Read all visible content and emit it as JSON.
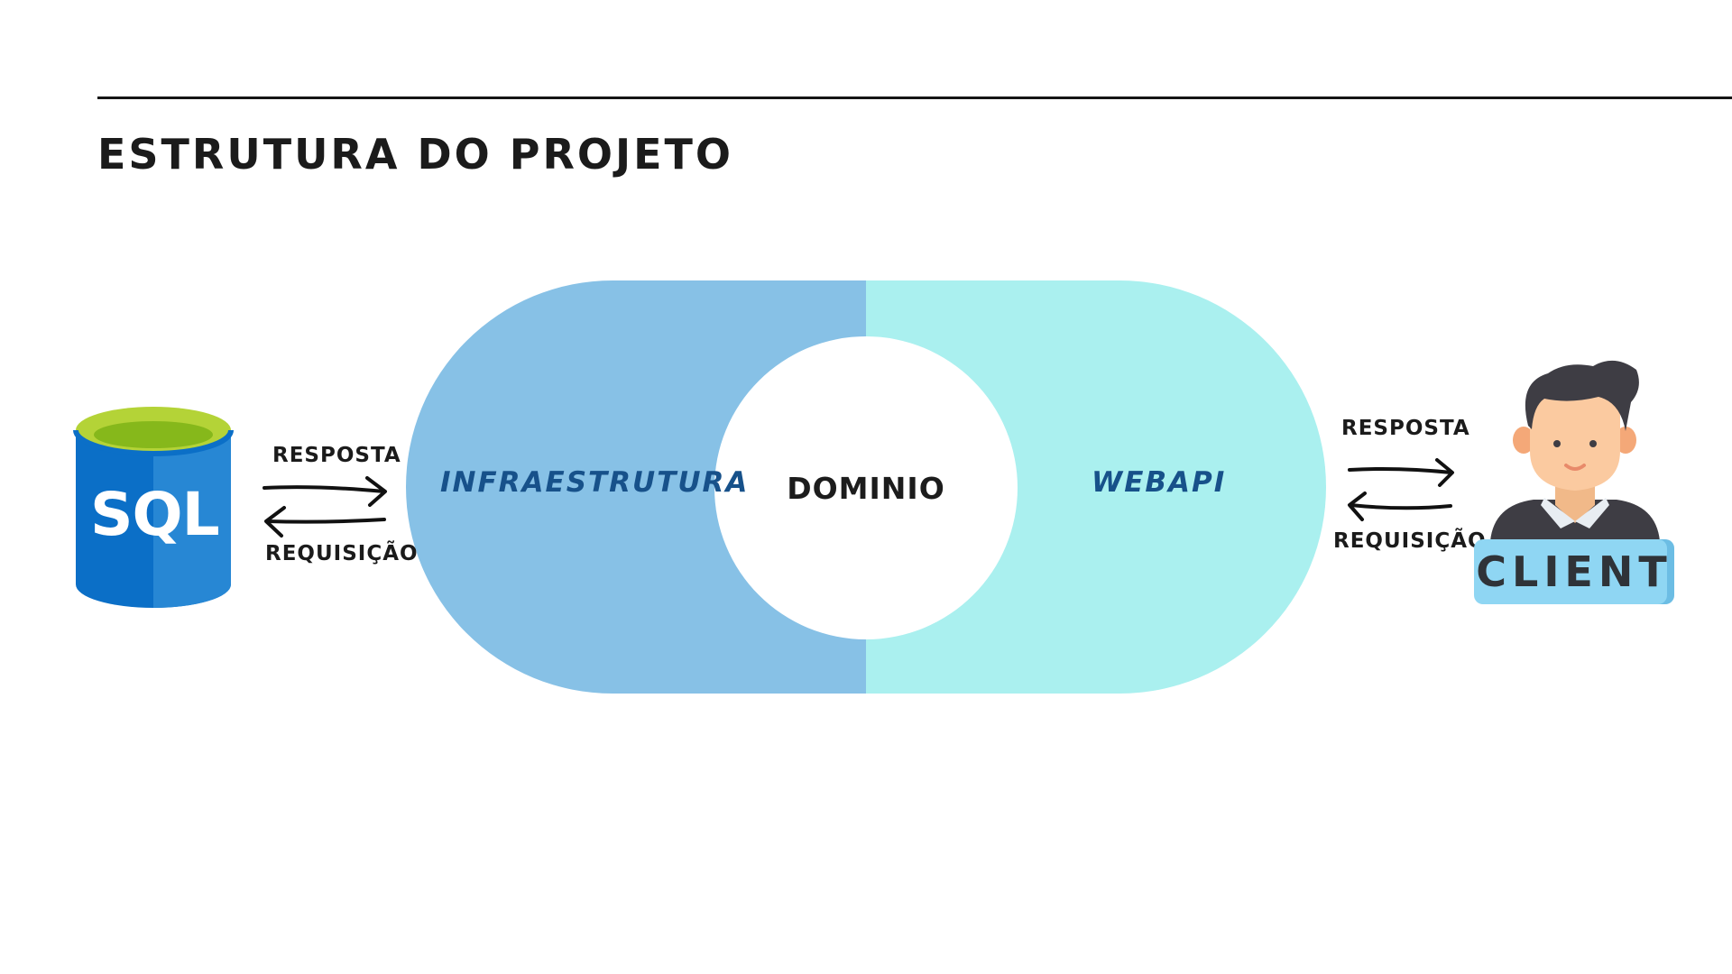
{
  "page": {
    "title": "ESTRUTURA DO PROJETO"
  },
  "diagram": {
    "core": {
      "label": "DOMINIO"
    },
    "layers": {
      "infra": {
        "label": "INFRAESTRUTURA",
        "color": "#87c1e6",
        "text_color": "#17518a"
      },
      "webapi": {
        "label": "WEBAPI",
        "color": "#aaf0ef",
        "text_color": "#17518a"
      }
    },
    "database": {
      "label": "SQL",
      "icon": "database-cylinder-icon",
      "colors": {
        "body": "#2787d4",
        "body_shade": "#0b6fc7",
        "top": "#b4d337",
        "top_inner": "#86b81b"
      }
    },
    "client": {
      "label": "CLIENT",
      "icon": "user-avatar-icon",
      "badge_color": "#8fd6f3"
    },
    "links": {
      "left": {
        "response_label": "RESPOSTA",
        "request_label": "REQUISIÇÃO"
      },
      "right": {
        "response_label": "RESPOSTA",
        "request_label": "REQUISIÇÃO"
      }
    }
  }
}
